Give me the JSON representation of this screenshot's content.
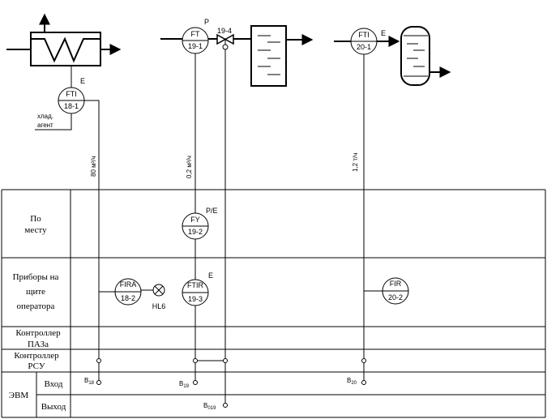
{
  "instruments": {
    "fti18_1": {
      "func": "FTI",
      "num": "18-1",
      "note": "E"
    },
    "ft19_1": {
      "func": "FT",
      "num": "19-1",
      "note": "P"
    },
    "fti20_1": {
      "func": "FTI",
      "num": "20-1",
      "note": "E"
    },
    "fy19_2": {
      "func": "FY",
      "num": "19-2",
      "note": "P/E"
    },
    "fira18_2": {
      "func": "FIRA",
      "num": "18-2"
    },
    "ftir19_3": {
      "func": "FTIR",
      "num": "19-3",
      "note": "E"
    },
    "fir20_2": {
      "func": "FIR",
      "num": "20-2"
    }
  },
  "valve_tag": "19-4",
  "lamp_tag": "HL6",
  "coolant_label_1": "хлад.",
  "coolant_label_2": "агент",
  "ranges": {
    "r18": "80 м³/ч",
    "r19": "0,2 м³/ч",
    "r20": "1,2 т/ч"
  },
  "rows": {
    "local_1": "По",
    "local_2": "месту",
    "panel_1": "Приборы на",
    "panel_2": "щите",
    "panel_3": "оператора",
    "esd_1": "Контроллер",
    "esd_2": "ПАЗа",
    "dcs_1": "Контроллер",
    "dcs_2": "РСУ",
    "evm": "ЭВМ",
    "input": "Вход",
    "output": "Выход"
  },
  "signals": {
    "b18": {
      "main": "В",
      "sub": "18"
    },
    "b19": {
      "main": "В",
      "sub": "19"
    },
    "b20": {
      "main": "В",
      "sub": "20"
    },
    "b019": {
      "main": "В",
      "sub": "019"
    }
  }
}
